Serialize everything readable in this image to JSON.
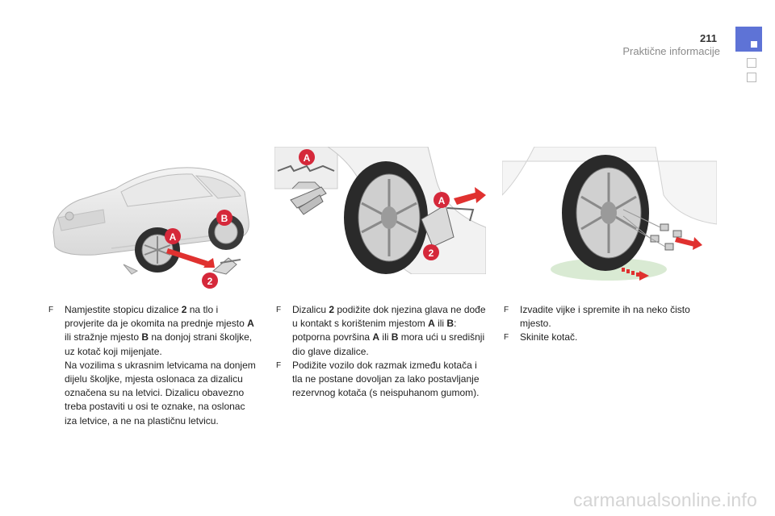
{
  "header": {
    "page_number": "211",
    "section_title": "Praktične informacije"
  },
  "figures": {
    "fig1_labels": [
      "A",
      "B",
      "2"
    ],
    "fig2_labels": [
      "A",
      "A",
      "2"
    ],
    "colors": {
      "label_red": "#d5283a",
      "arrow_red": "#e0312f",
      "accent": "#5e73d6"
    }
  },
  "columns": {
    "left": {
      "bullet1": {
        "t1": "Namjestite stopicu dizalice ",
        "b1": "2",
        "t2": " na tlo i provjerite da je okomita na prednje mjesto ",
        "b2": "A",
        "t3": " ili stražnje mjesto ",
        "b3": "B",
        "t4": " na donjoj strani školjke, uz kotač koji mijenjate.",
        "t5": "Na vozilima s ukrasnim letvicama na donjem dijelu školjke, mjesta oslonaca za dizalicu označena su na letvici. Dizalicu obavezno treba postaviti u osi te oznake, na oslonac iza letvice, a ne na plastičnu letvicu."
      }
    },
    "middle": {
      "bullet1": {
        "t1": "Dizalicu ",
        "b1": "2",
        "t2": " podižite dok njezina glava ne dođe u kontakt s korištenim mjestom ",
        "b2": "A",
        "t3": " ili ",
        "b3": "B",
        "t4": ": potporna površina ",
        "b4": "A",
        "t5": " ili ",
        "b5": "B",
        "t6": " mora ući u središnji dio glave dizalice."
      },
      "bullet2": "Podižite vozilo dok razmak između kotača i tla ne postane dovoljan za lako postavljanje rezervnog kotača (s neispuhanom gumom)."
    },
    "right": {
      "bullet1": "Izvadite vijke i spremite ih na neko čisto mjesto.",
      "bullet2": "Skinite kotač."
    },
    "bullet_glyph": "F"
  },
  "watermark": "carmanualsonline.info"
}
